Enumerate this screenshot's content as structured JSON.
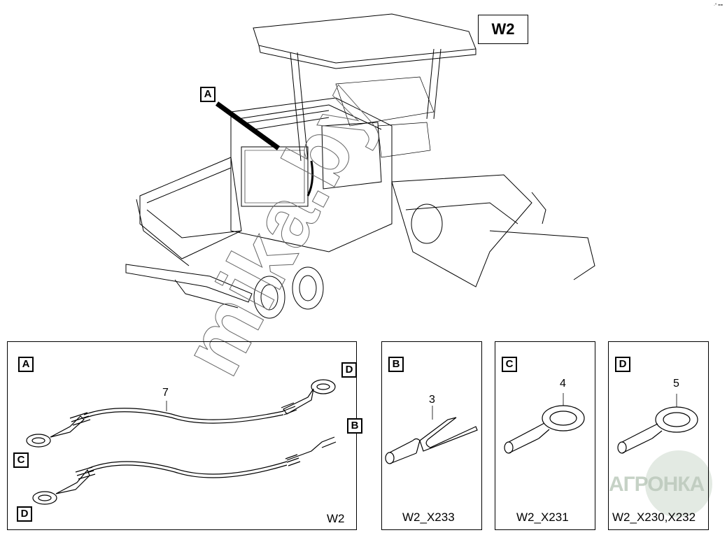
{
  "title_box": {
    "label": "W2"
  },
  "corner_marks": "·° ==",
  "main_view": {
    "callout_label": "A",
    "subject": "asphalt paver with engine compartment highlighted"
  },
  "watermarks": {
    "diagonal": "mika.by",
    "logo": "АГРОНКА"
  },
  "detail_panels": [
    {
      "id": "A",
      "tag": "A",
      "callout_number": "7",
      "end_tags": [
        "D",
        "C",
        "B",
        "D"
      ],
      "code": "W2"
    },
    {
      "id": "B",
      "tag": "B",
      "callout_number": "3",
      "part": "fork terminal",
      "code": "W2_X233"
    },
    {
      "id": "C",
      "tag": "C",
      "callout_number": "4",
      "part": "ring terminal",
      "code": "W2_X231"
    },
    {
      "id": "D",
      "tag": "D",
      "callout_number": "5",
      "part": "ring terminal",
      "code": "W2_X230,X232"
    }
  ]
}
